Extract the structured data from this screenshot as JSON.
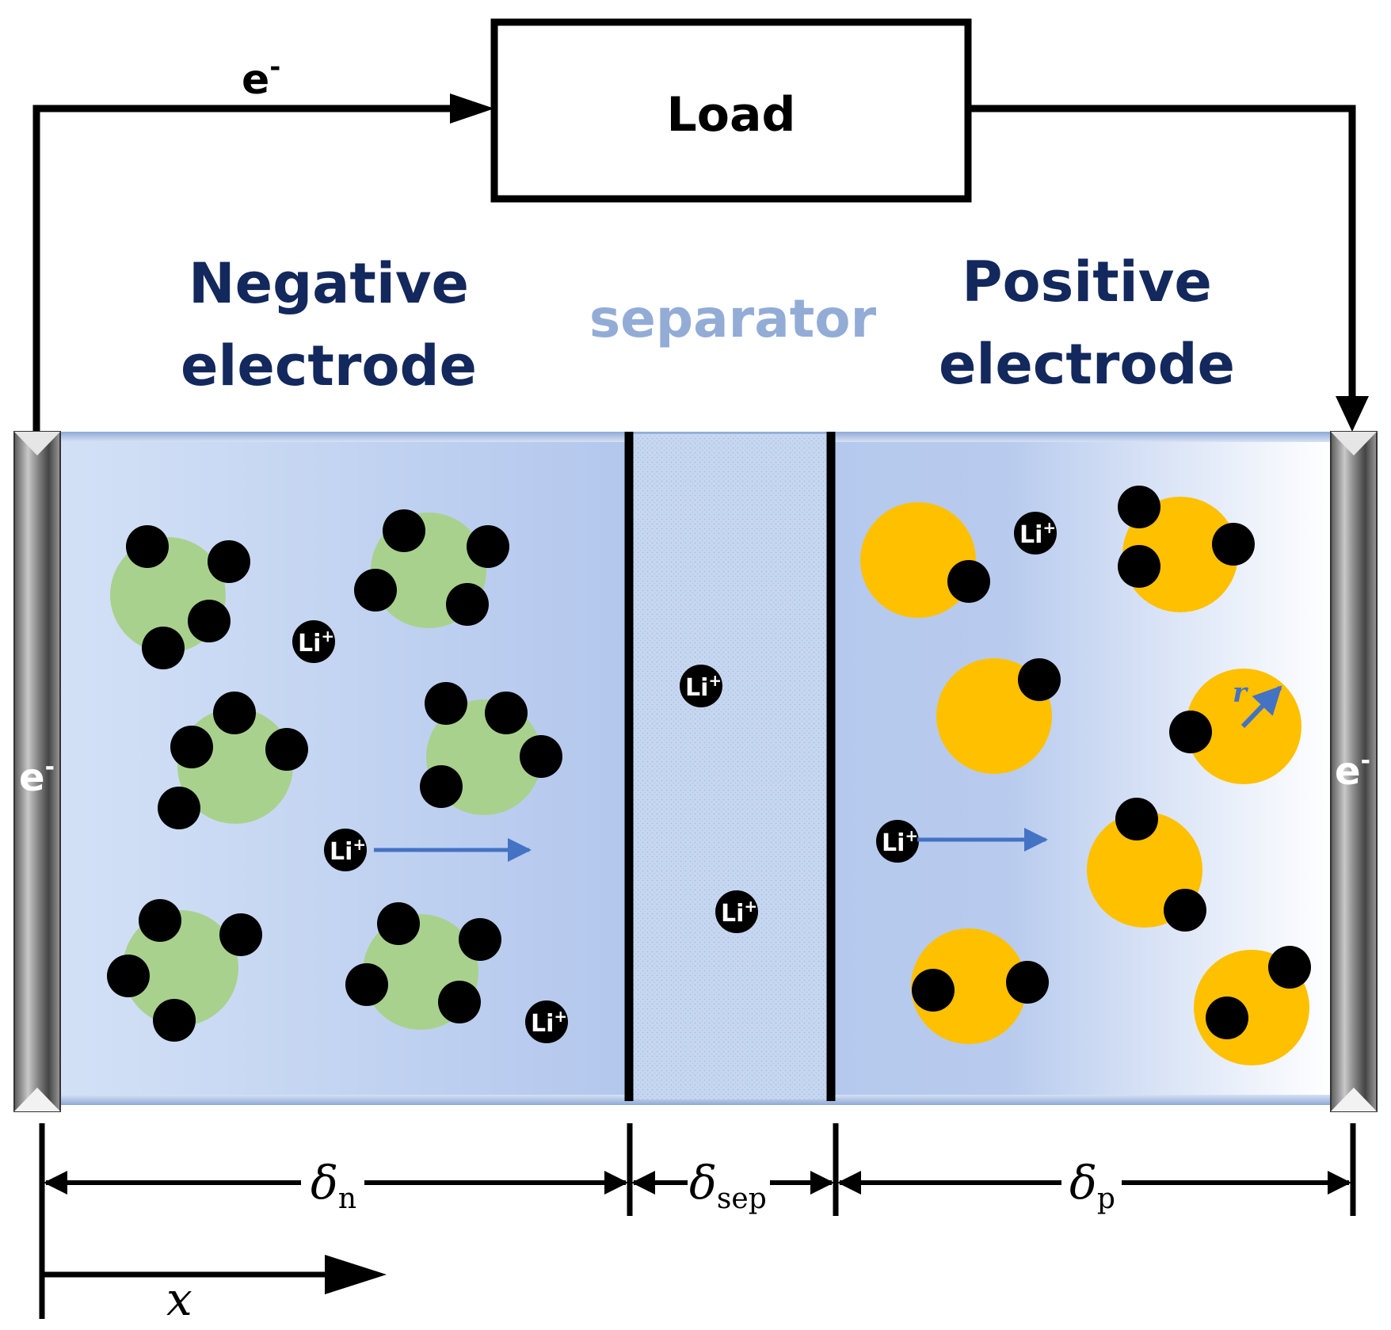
{
  "circuit": {
    "load_label": "Load",
    "electron_label": "e",
    "electron_sup": "-"
  },
  "regions": {
    "negative_line1": "Negative",
    "negative_line2": "electrode",
    "separator": "separator",
    "positive_line1": "Positive",
    "positive_line2": "electrode"
  },
  "collectors": {
    "left_label": "e",
    "left_sup": "-",
    "right_label": "e",
    "right_sup": "-"
  },
  "ion": {
    "label": "Li",
    "sup": "+"
  },
  "particle": {
    "radius_label": "r"
  },
  "dimensions": {
    "delta": "δ",
    "n_sub": "n",
    "sep_sub": "sep",
    "p_sub": "p",
    "x_label": "x"
  },
  "colors": {
    "anode_particle": "#a9d18e",
    "cathode_particle": "#ffc000",
    "electrolyte_dark": "#b4c7e7",
    "electrolyte_light": "#dae5f7",
    "title_dark": "#13285c",
    "title_light": "#93acd6",
    "flux_arrow": "#4472c4"
  }
}
